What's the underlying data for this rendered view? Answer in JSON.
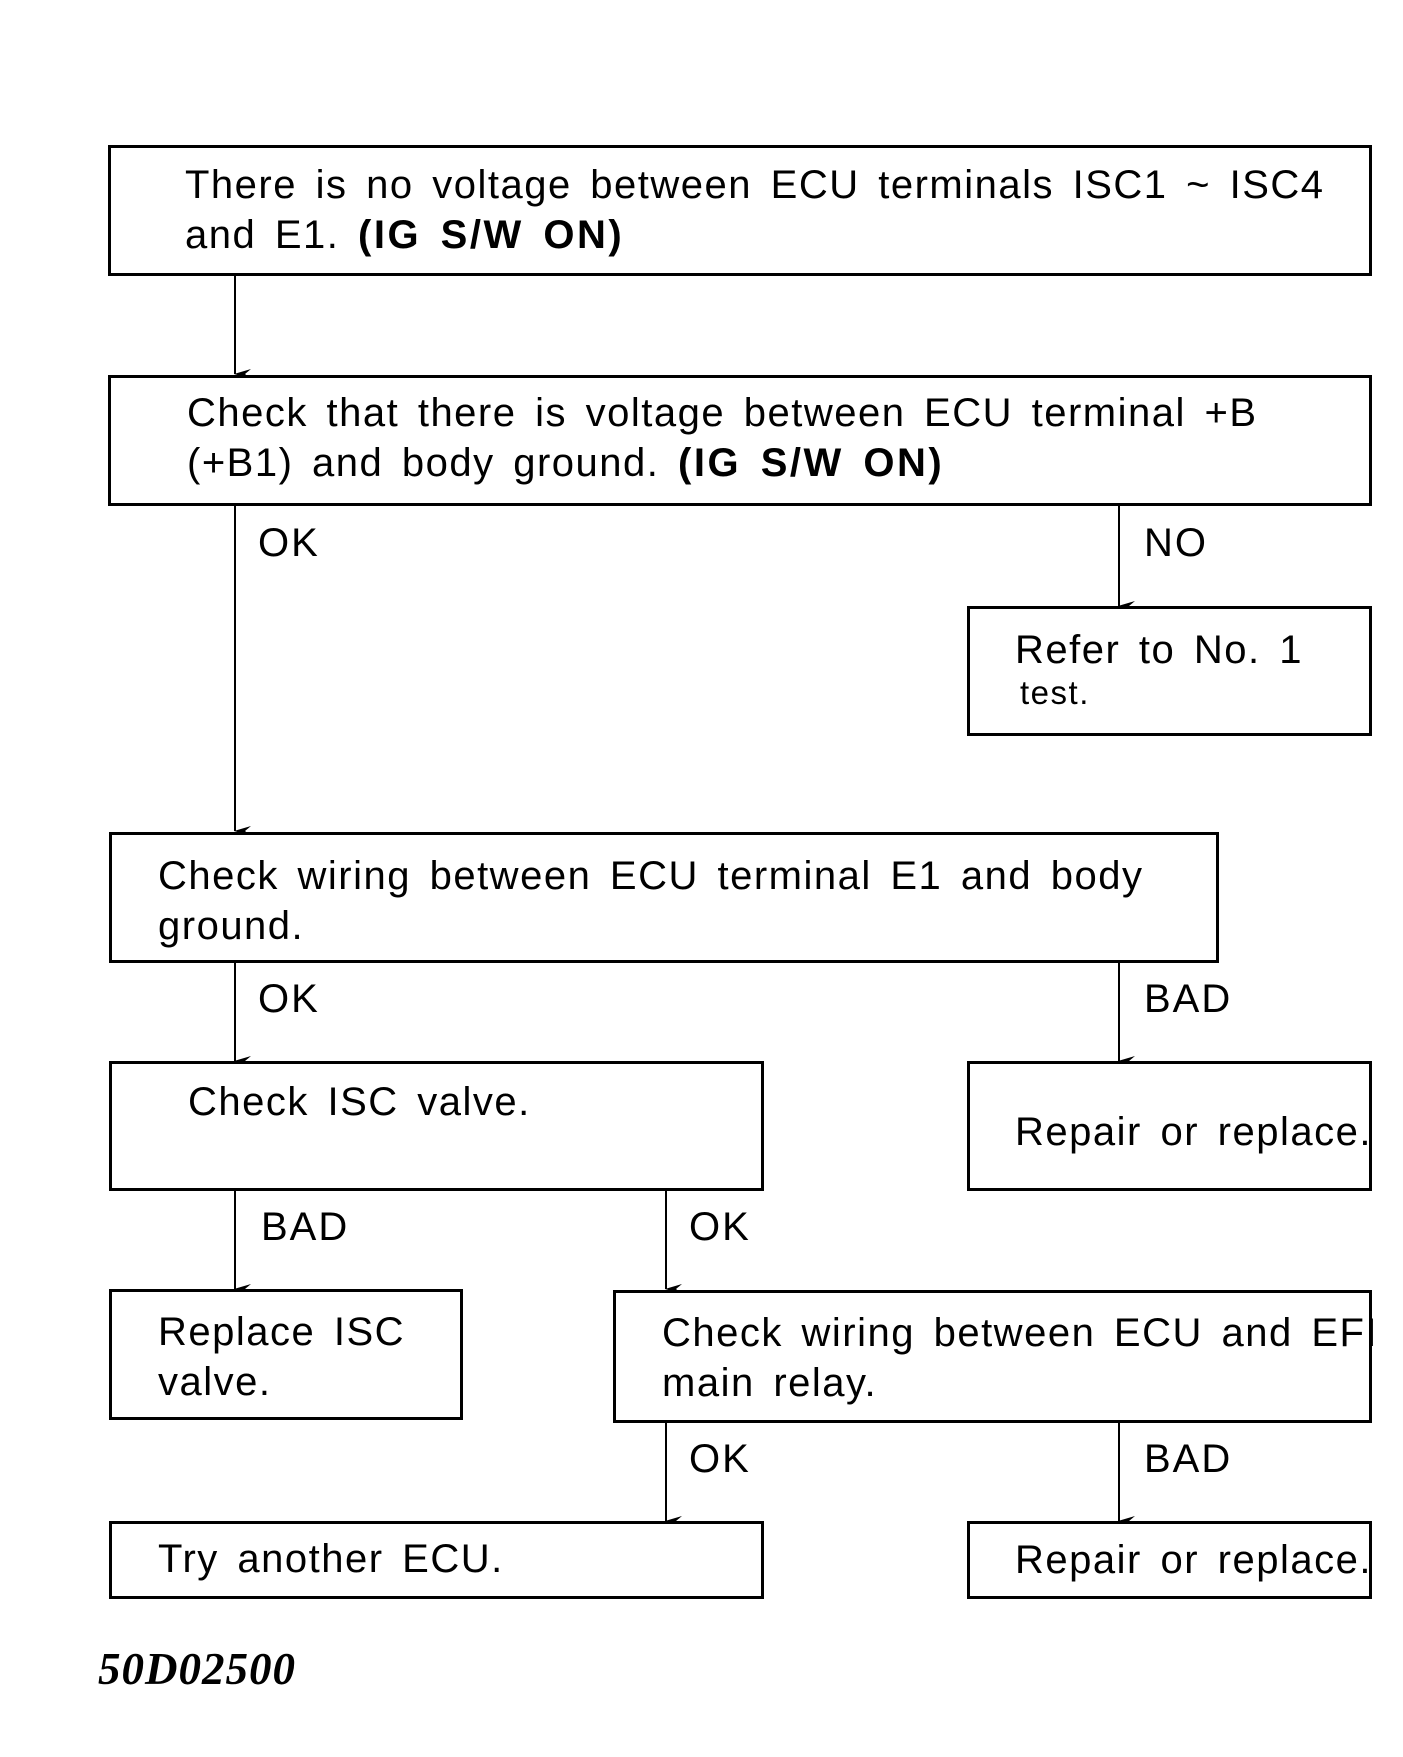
{
  "flowchart": {
    "start": {
      "line1": "There is no voltage between ECU terminals ISC1 ~ ISC4",
      "line2": "and E1.",
      "condition": "(IG S/W ON)"
    },
    "check_b_voltage": {
      "line1": "Check that there is voltage between ECU terminal +B",
      "line2": "(+B1) and body ground.",
      "condition": "(IG S/W ON)"
    },
    "refer_test": {
      "line1": "Refer to No. 1",
      "line2": "test."
    },
    "check_e1_wiring": {
      "line1": "Check wiring between ECU terminal E1 and body",
      "line2": "ground."
    },
    "check_isc_valve": {
      "line1": "Check ISC valve."
    },
    "repair_1": {
      "line1": "Repair or replace."
    },
    "replace_isc": {
      "line1": "Replace ISC",
      "line2": "valve."
    },
    "check_efi_wiring": {
      "line1": "Check wiring between ECU and EFI",
      "line2": "main relay."
    },
    "try_ecu": {
      "line1": "Try another ECU."
    },
    "repair_2": {
      "line1": "Repair or replace."
    }
  },
  "labels": {
    "ok_1": "OK",
    "no_1": "NO",
    "ok_2": "OK",
    "bad_1": "BAD",
    "bad_2": "BAD",
    "ok_3": "OK",
    "ok_4": "OK",
    "bad_3": "BAD"
  },
  "figure_code": "50D02500"
}
